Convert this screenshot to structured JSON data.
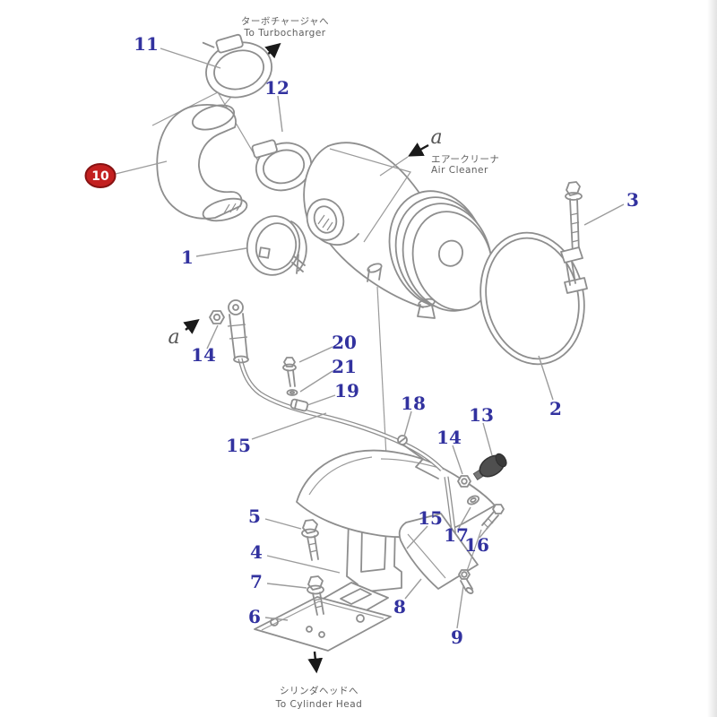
{
  "colors": {
    "label_text": "#32329f",
    "line_art": "#8e8e8e",
    "leader": "#9c9c9c",
    "arrow_black": "#1a1a1a",
    "caption_text": "#5f5f5f",
    "badge_fill": "#c32020",
    "badge_border": "#871212",
    "badge_text": "#ffffff",
    "background": "#ffffff"
  },
  "captions": {
    "turbocharger": {
      "jp": "ターボチャージャへ",
      "en": "To Turbocharger"
    },
    "air_cleaner": {
      "jp": "エアークリーナ",
      "en": "Air Cleaner"
    },
    "cylinder_head": {
      "jp": "シリンダヘッドへ",
      "en": "To Cylinder Head"
    }
  },
  "view_label": "a",
  "highlight": {
    "part": "10"
  },
  "parts": {
    "n1": "1",
    "n2": "2",
    "n3": "3",
    "n4": "4",
    "n5": "5",
    "n6": "6",
    "n7": "7",
    "n8": "8",
    "n9": "9",
    "n10": "10",
    "n11": "11",
    "n12": "12",
    "n13": "13",
    "n14": "14",
    "n15": "15",
    "n16": "16",
    "n17": "17",
    "n18": "18",
    "n19": "19",
    "n20": "20",
    "n21": "21"
  }
}
